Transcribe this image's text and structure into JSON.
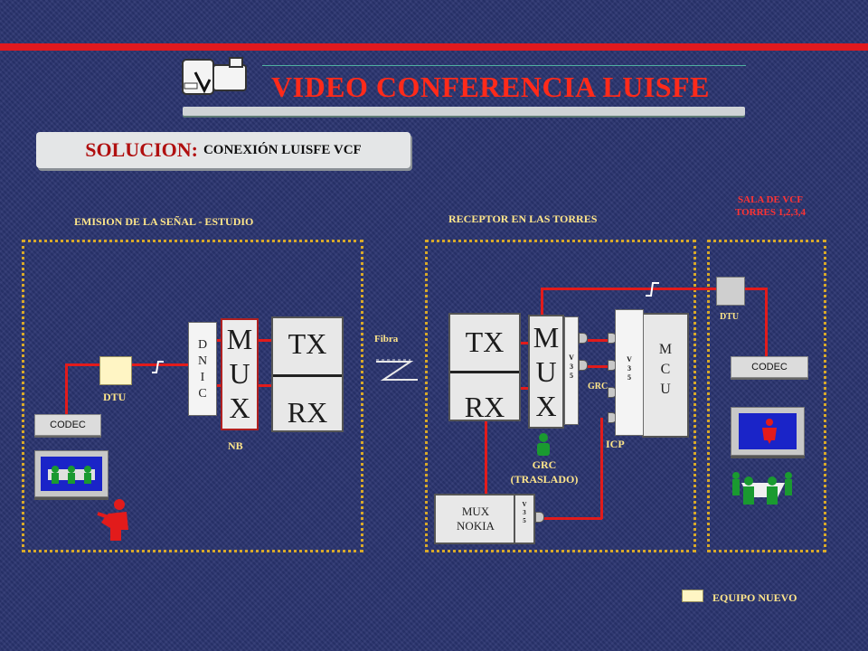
{
  "header": {
    "title": "VIDEO CONFERENCIA LUISFE"
  },
  "solution": {
    "label": "SOLUCION:",
    "text": "CONEXIÓN LUISFE VCF"
  },
  "sections": {
    "emision": "EMISION DE LA SEÑAL - ESTUDIO",
    "receptor": "RECEPTOR EN  LAS TORRES",
    "sala_line1": "SALA  DE  VCF",
    "sala_line2": "TORRES 1,2,3,4"
  },
  "emision": {
    "dnic": [
      "D",
      "N",
      "I",
      "C"
    ],
    "mux": [
      "M",
      "U",
      "X"
    ],
    "tx": "TX",
    "rx": "RX",
    "nb": "NB",
    "dtu": "DTU",
    "codec": "CODEC"
  },
  "link": {
    "fibra": "Fibra"
  },
  "receptor": {
    "tx": "TX",
    "rx": "RX",
    "mux": [
      "M",
      "U",
      "X"
    ],
    "v35": [
      "V",
      "3",
      "5"
    ],
    "mcu": [
      "M",
      "C",
      "U"
    ],
    "grc_small": "GRC",
    "icp": "ICP",
    "grc_line1": "GRC",
    "grc_line2": "(TRASLADO)",
    "nokia_line1": "MUX",
    "nokia_line2": "NOKIA"
  },
  "sala": {
    "dtu": "DTU",
    "codec": "CODEC"
  },
  "legend": {
    "label": "EQUIPO NUEVO"
  },
  "colors": {
    "accent": "#e0191e",
    "label_yellow": "#ffe68a",
    "new_equipment": "#fff5c4",
    "background": "#2a3470"
  }
}
